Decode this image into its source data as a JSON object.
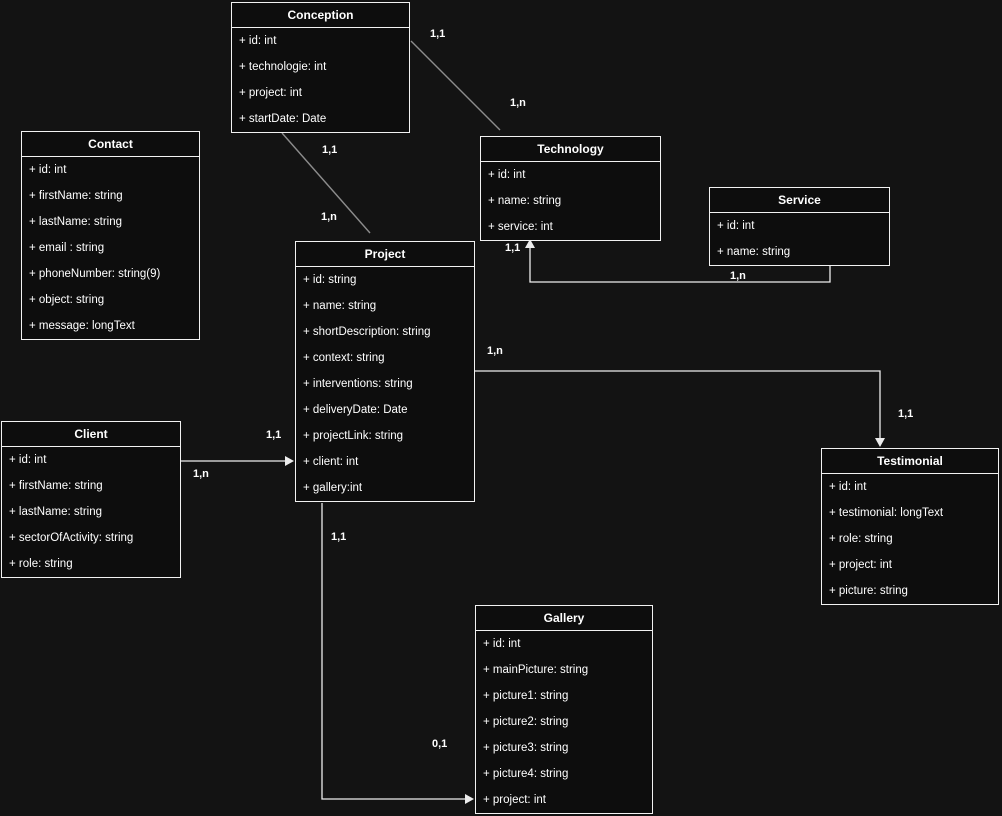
{
  "diagram": {
    "type": "uml-class-diagram",
    "colors": {
      "background": "#131313",
      "entity_fill": "#0d0d0d",
      "entity_border": "#f2f2f2",
      "text": "#ffffff",
      "edge_plain": "#8c8c8c",
      "edge_arrow": "#ededed"
    }
  },
  "entities": [
    {
      "name": "Conception",
      "attributes": [
        "+ id: int",
        "+ technologie: int",
        "+ project: int",
        "+ startDate: Date"
      ]
    },
    {
      "name": "Contact",
      "attributes": [
        "+ id: int",
        "+ firstName: string",
        "+ lastName: string",
        "+ email : string",
        "+ phoneNumber: string(9)",
        "+ object: string",
        "+ message: longText"
      ]
    },
    {
      "name": "Technology",
      "attributes": [
        "+ id: int",
        "+ name: string",
        "+ service: int"
      ]
    },
    {
      "name": "Service",
      "attributes": [
        "+ id: int",
        "+ name: string"
      ]
    },
    {
      "name": "Project",
      "attributes": [
        "+ id: string",
        "+ name: string",
        "+ shortDescription: string",
        "+ context: string",
        "+ interventions: string",
        "+ deliveryDate: Date",
        "+ projectLink: string",
        "+ client: int",
        "+ gallery:int"
      ]
    },
    {
      "name": "Client",
      "attributes": [
        "+ id: int",
        "+ firstName: string",
        "+ lastName: string",
        "+ sectorOfActivity: string",
        "+ role: string"
      ]
    },
    {
      "name": "Testimonial",
      "attributes": [
        "+ id: int",
        "+ testimonial: longText",
        "+ role: string",
        "+ project: int",
        "+ picture: string"
      ]
    },
    {
      "name": "Gallery",
      "attributes": [
        "+ id: int",
        "+ mainPicture: string",
        "+ picture1: string",
        "+ picture2: string",
        "+ picture3: string",
        "+ picture4: string",
        "+ project: int"
      ]
    }
  ],
  "connections": [
    {
      "from": "Conception",
      "to": "Technology",
      "from_cardinality": "1,1",
      "to_cardinality": "1,n"
    },
    {
      "from": "Conception",
      "to": "Project",
      "from_cardinality": "1,1",
      "to_cardinality": "1,n"
    },
    {
      "from": "Service",
      "to": "Technology",
      "from_cardinality": "1,n",
      "to_cardinality": "1,1"
    },
    {
      "from": "Client",
      "to": "Project",
      "from_cardinality": "1,n",
      "to_cardinality": "1,1"
    },
    {
      "from": "Project",
      "to": "Testimonial",
      "from_cardinality": "1,n",
      "to_cardinality": "1,1"
    },
    {
      "from": "Project",
      "to": "Gallery",
      "from_cardinality": "1,1",
      "to_cardinality": "0,1"
    }
  ]
}
